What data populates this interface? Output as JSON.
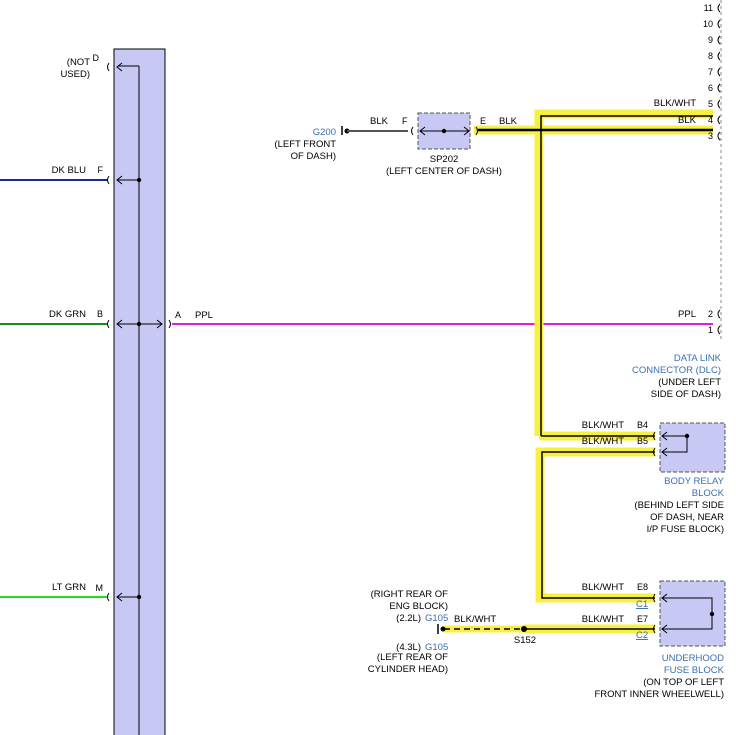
{
  "colors": {
    "highlight": "#f7f040",
    "module_fill": "#c8c8f5",
    "dk_blu": "#1a2a90",
    "dk_grn": "#1a8a1a",
    "lt_grn": "#22dd22",
    "ppl": "#e020e0",
    "wire_black": "#000000",
    "wire_gray": "#555555",
    "link_blue": "#3a6fb0"
  },
  "left_module": {
    "not_used_line1": "(NOT",
    "not_used_line2": "USED)",
    "pin_d": "D",
    "dk_blu_label": "DK BLU",
    "pin_f": "F",
    "dk_grn_label": "DK GRN",
    "pin_b": "B",
    "pin_a": "A",
    "ppl_label": "PPL",
    "lt_grn_label": "LT GRN",
    "pin_m": "M"
  },
  "ground_g200": {
    "name": "G200",
    "location_line1": "(LEFT FRONT",
    "location_line2": "OF DASH)",
    "wire_label": "BLK",
    "pin_f": "F"
  },
  "splice_sp202": {
    "name": "SP202",
    "location": "(LEFT CENTER OF DASH)",
    "pin_e": "E",
    "wire_label": "BLK"
  },
  "dlc": {
    "pins": [
      "11",
      "10",
      "9",
      "8",
      "7",
      "6",
      "5",
      "4",
      "3",
      "2",
      "1"
    ],
    "blk_wht_label": "BLK/WHT",
    "blk_label": "BLK",
    "ppl_label": "PPL",
    "name_line1": "DATA LINK",
    "name_line2": "CONNECTOR (DLC)",
    "location_line1": "(UNDER LEFT",
    "location_line2": "SIDE OF DASH)"
  },
  "body_relay_block": {
    "wire1": "BLK/WHT",
    "pin1": "B4",
    "wire2": "BLK/WHT",
    "pin2": "B5",
    "name_line1": "BODY RELAY",
    "name_line2": "BLOCK",
    "location_line1": "(BEHIND LEFT SIDE",
    "location_line2": "OF DASH, NEAR",
    "location_line3": "I/P FUSE BLOCK)"
  },
  "underhood_fuse_block": {
    "wire1": "BLK/WHT",
    "pin1": "E8",
    "connector1": "C1",
    "wire2": "BLK/WHT",
    "pin2": "E7",
    "connector2": "C2",
    "name_line1": "UNDERHOOD",
    "name_line2": "FUSE BLOCK",
    "location_line1": "(ON TOP OF LEFT",
    "location_line2": "FRONT INNER WHEELWELL)"
  },
  "ground_g105": {
    "loc_22_line1": "(RIGHT REAR OF",
    "loc_22_line2": "ENG BLOCK)",
    "engine_22": "(2.2L)",
    "name": "G105",
    "wire_label": "BLK/WHT",
    "engine_43": "(4.3L)",
    "name_43": "G105",
    "loc_43_line1": "(LEFT REAR OF",
    "loc_43_line2": "CYLINDER HEAD)",
    "splice": "S152"
  }
}
